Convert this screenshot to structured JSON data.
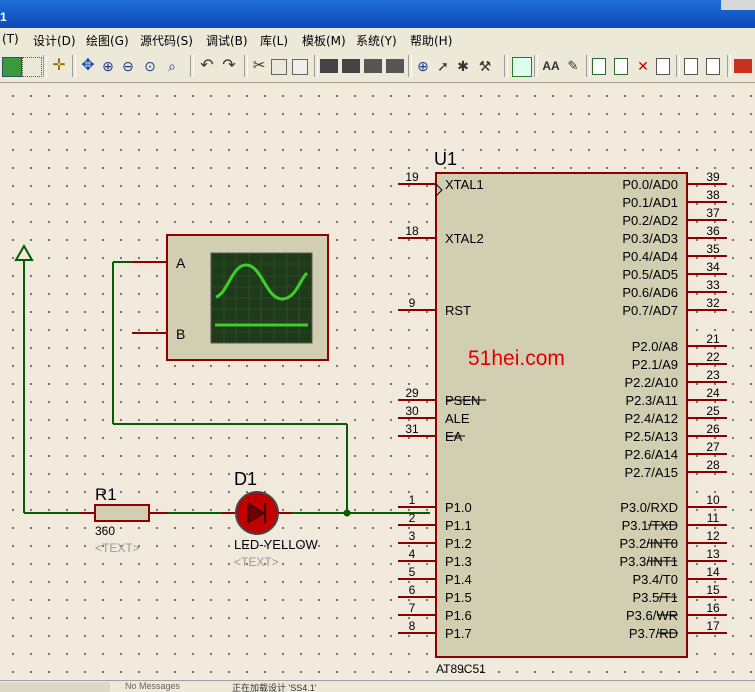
{
  "window": {
    "title_fragment": "1"
  },
  "menu": {
    "items": [
      {
        "label": "(T)"
      },
      {
        "label": "设计(D)"
      },
      {
        "label": "绘图(G)"
      },
      {
        "label": "源代码(S)"
      },
      {
        "label": "调试(B)"
      },
      {
        "label": "库(L)"
      },
      {
        "label": "模板(M)"
      },
      {
        "label": "系统(Y)"
      },
      {
        "label": "帮助(H)"
      }
    ]
  },
  "schematic": {
    "watermark": "51hei.com",
    "mcu": {
      "ref": "U1",
      "part": "AT89C51",
      "left_pins": [
        {
          "num": "19",
          "name": "XTAL1"
        },
        {
          "num": "18",
          "name": "XTAL2"
        },
        {
          "num": "9",
          "name": "RST"
        },
        {
          "num": "29",
          "name": "PSEN"
        },
        {
          "num": "30",
          "name": "ALE"
        },
        {
          "num": "31",
          "name": "EA"
        },
        {
          "num": "1",
          "name": "P1.0"
        },
        {
          "num": "2",
          "name": "P1.1"
        },
        {
          "num": "3",
          "name": "P1.2"
        },
        {
          "num": "4",
          "name": "P1.3"
        },
        {
          "num": "5",
          "name": "P1.4"
        },
        {
          "num": "6",
          "name": "P1.5"
        },
        {
          "num": "7",
          "name": "P1.6"
        },
        {
          "num": "8",
          "name": "P1.7"
        }
      ],
      "right_pins": [
        {
          "num": "39",
          "name": "P0.0/AD0"
        },
        {
          "num": "38",
          "name": "P0.1/AD1"
        },
        {
          "num": "37",
          "name": "P0.2/AD2"
        },
        {
          "num": "36",
          "name": "P0.3/AD3"
        },
        {
          "num": "35",
          "name": "P0.4/AD4"
        },
        {
          "num": "34",
          "name": "P0.5/AD5"
        },
        {
          "num": "33",
          "name": "P0.6/AD6"
        },
        {
          "num": "32",
          "name": "P0.7/AD7"
        },
        {
          "num": "21",
          "name": "P2.0/A8"
        },
        {
          "num": "22",
          "name": "P2.1/A9"
        },
        {
          "num": "23",
          "name": "P2.2/A10"
        },
        {
          "num": "24",
          "name": "P2.3/A11"
        },
        {
          "num": "25",
          "name": "P2.4/A12"
        },
        {
          "num": "26",
          "name": "P2.5/A13"
        },
        {
          "num": "27",
          "name": "P2.6/A14"
        },
        {
          "num": "28",
          "name": "P2.7/A15"
        },
        {
          "num": "10",
          "name": "P3.0/RXD"
        },
        {
          "num": "11",
          "name": "P3.1/TXD"
        },
        {
          "num": "12",
          "name": "P3.2/INT0"
        },
        {
          "num": "13",
          "name": "P3.3/INT1"
        },
        {
          "num": "14",
          "name": "P3.4/T0"
        },
        {
          "num": "15",
          "name": "P3.5/T1"
        },
        {
          "num": "16",
          "name": "P3.6/WR"
        },
        {
          "num": "17",
          "name": "P3.7/RD"
        }
      ]
    },
    "resistor": {
      "ref": "R1",
      "value": "360",
      "text": "<TEXT>"
    },
    "led": {
      "ref": "D1",
      "part": "LED-YELLOW",
      "text": "<TEXT>"
    },
    "oscilloscope": {
      "channel_a": "A",
      "channel_b": "B"
    }
  },
  "status": {
    "messages": "No Messages",
    "message_text": "正在加载设计 'SS4.1'"
  },
  "colors": {
    "wire": "#006000",
    "component_border": "#8b0000",
    "component_fill": "#d2ceb2",
    "pin_text": "#0000aa",
    "watermark": "#e00000"
  }
}
